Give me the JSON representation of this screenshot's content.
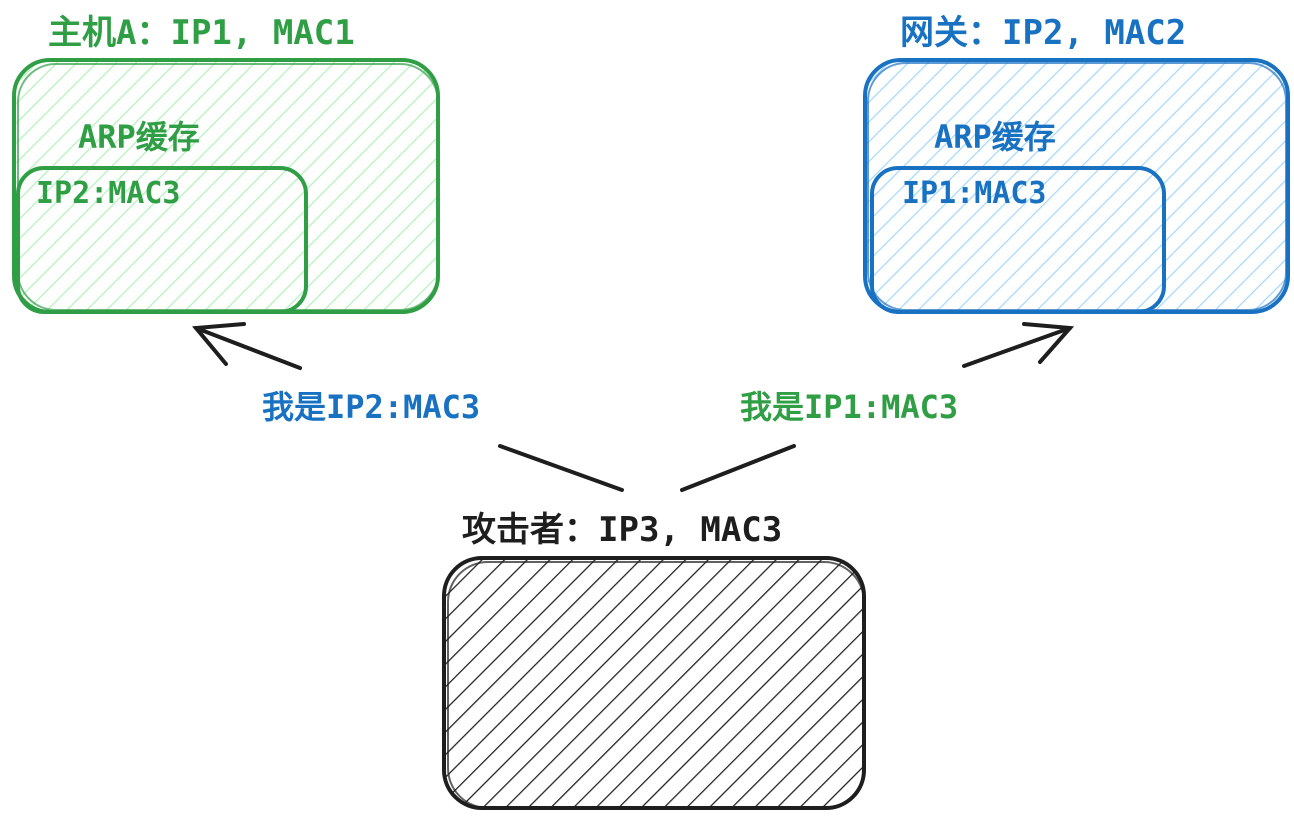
{
  "colors": {
    "host": "#2f9e44",
    "host_fill": "#b2f2bb",
    "gateway": "#1971c2",
    "gateway_fill": "#a5d8ff",
    "attacker": "#1e1e1e"
  },
  "host": {
    "title": "主机A：IP1, MAC1",
    "cache_label": "ARP缓存",
    "cache_entry": "IP2:MAC3"
  },
  "gateway": {
    "title": "网关：IP2, MAC2",
    "cache_label": "ARP缓存",
    "cache_entry": "IP1:MAC3"
  },
  "attacker": {
    "title": "攻击者：IP3, MAC3"
  },
  "messages": {
    "to_host": "我是IP2:MAC3",
    "to_gateway": "我是IP1:MAC3"
  }
}
